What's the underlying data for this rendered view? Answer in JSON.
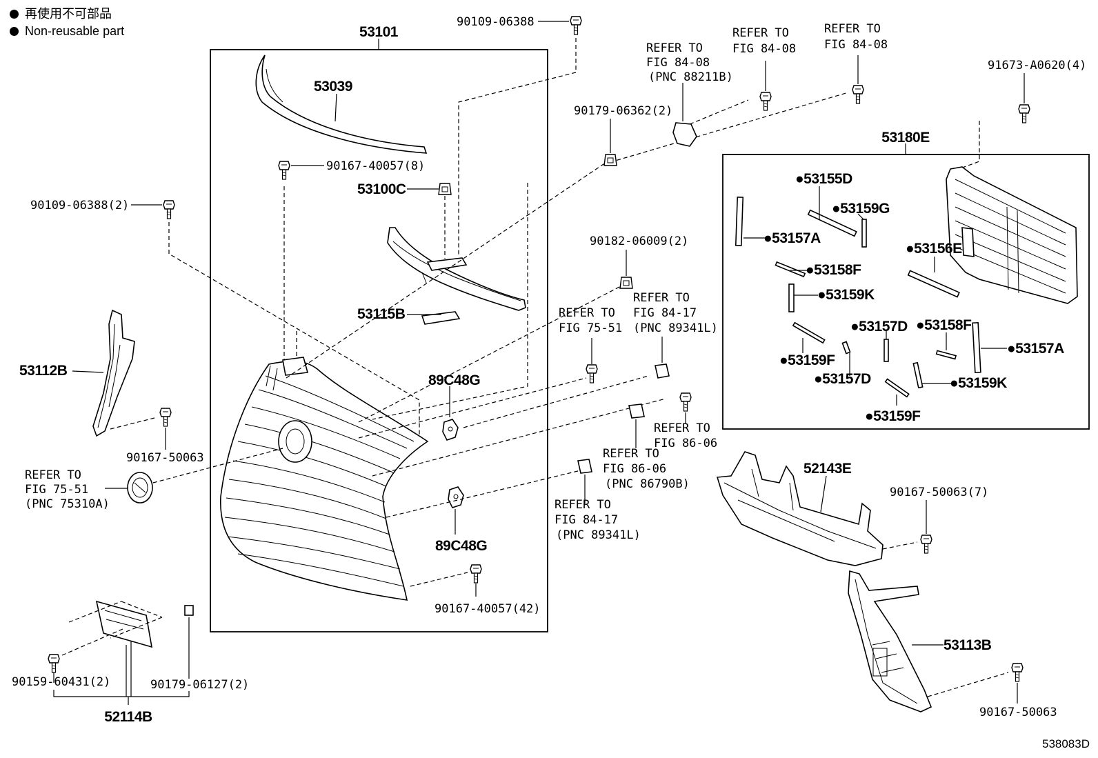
{
  "legend": {
    "japanese": "再使用不可部品",
    "english": "Non-reusable part"
  },
  "drawing_number": "538083D",
  "assembly_labels": {
    "grille_assy": "53101",
    "shutter_assy": "53180E"
  },
  "part_labels": {
    "p53039": "53039",
    "p53100C": "53100C",
    "p53115B": "53115B",
    "p53112B": "53112B",
    "p52114B": "52114B",
    "p89C48G_top": "89C48G",
    "p89C48G_bottom": "89C48G",
    "p52143E": "52143E",
    "p53113B": "53113B",
    "p53155D": "●53155D",
    "p53159G": "●53159G",
    "p53157A_left": "●53157A",
    "p53156E": "●53156E",
    "p53158F_left": "●53158F",
    "p53159K_top": "●53159K",
    "p53157D_top": "●53157D",
    "p53158F_right": "●53158F",
    "p53157A_right": "●53157A",
    "p53159F_left": "●53159F",
    "p53157D_bottom": "●53157D",
    "p53159K_right": "●53159K",
    "p53159F_bottom": "●53159F"
  },
  "fastener_labels": {
    "f_90109_06388_top": "90109-06388",
    "f_90109_06388_2": "90109-06388(2)",
    "f_90167_40057_8": "90167-40057(8)",
    "f_90179_06362_2": "90179-06362(2)",
    "f_91673_A0620_4": "91673-A0620(4)",
    "f_90182_06009_2": "90182-06009(2)",
    "f_90167_50063_left": "90167-50063",
    "f_90167_40057_42": "90167-40057(42)",
    "f_90159_60431_2": "90159-60431(2)",
    "f_90179_06127_2": "90179-06127(2)",
    "f_90167_50063_7": "90167-50063(7)",
    "f_90167_50063_right": "90167-50063"
  },
  "reference_notes": {
    "ref_84_08_pnc": [
      "REFER TO",
      "FIG 84-08",
      "(PNC 88211B)"
    ],
    "ref_84_08_a": [
      "REFER TO",
      "FIG 84-08"
    ],
    "ref_84_08_b": [
      "REFER TO",
      "FIG 84-08"
    ],
    "ref_75_51_mid": [
      "REFER TO",
      "FIG 75-51"
    ],
    "ref_84_17_top": [
      "REFER TO",
      "FIG 84-17",
      "(PNC 89341L)"
    ],
    "ref_86_06_right": [
      "REFER TO",
      "FIG 86-06"
    ],
    "ref_86_06_pnc": [
      "REFER TO",
      "FIG 86-06",
      "(PNC 86790B)"
    ],
    "ref_75_51_emblem": [
      "REFER TO",
      "FIG 75-51",
      "(PNC 75310A)"
    ],
    "ref_84_17_bottom": [
      "REFER TO",
      "FIG 84-17",
      "(PNC 89341L)"
    ]
  }
}
